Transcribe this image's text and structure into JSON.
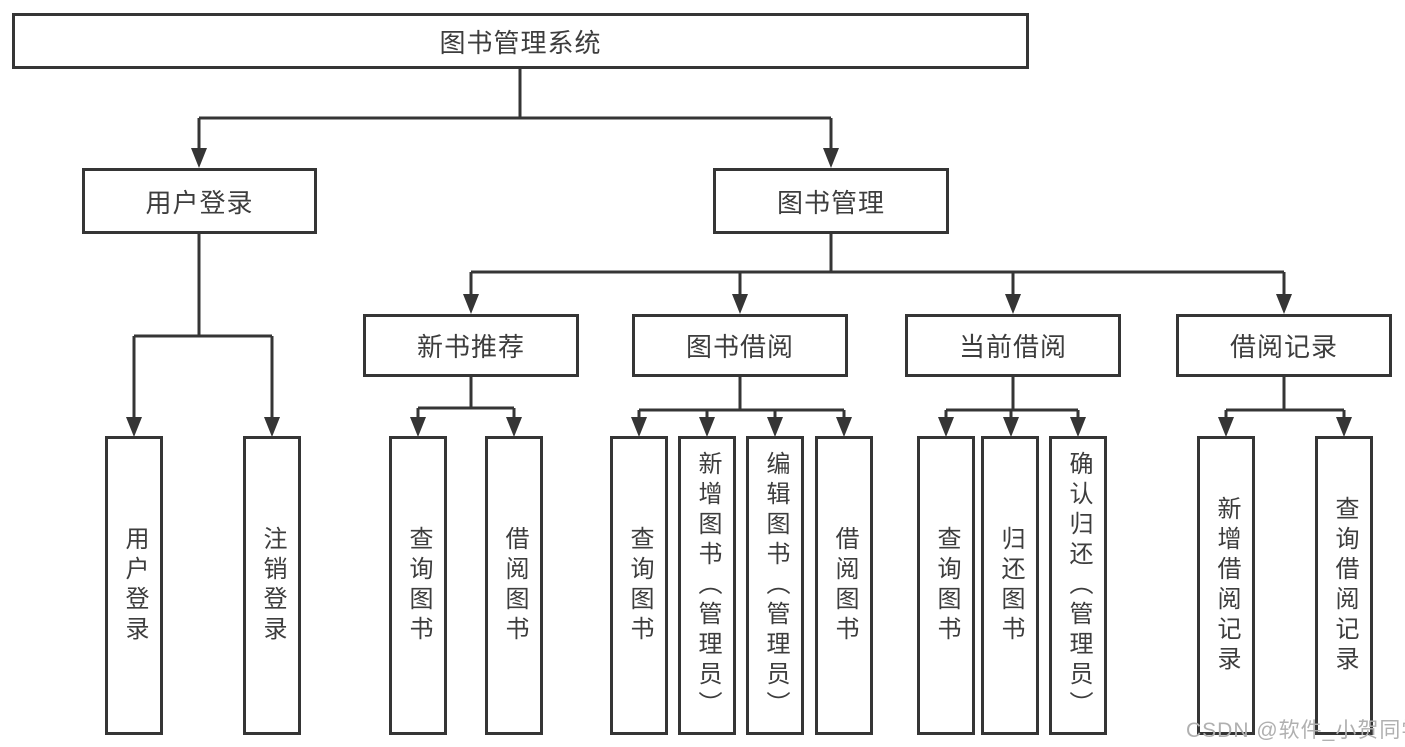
{
  "diagram_title": "图书管理系统",
  "colors": {
    "line": "#353535",
    "text": "#3d3d3d",
    "box_background": "#ffffff",
    "watermark": "#b0b0b0"
  },
  "watermark": {
    "text": "CSDN @软件_小贺同学"
  },
  "hierarchy": {
    "label": "图书管理系统",
    "children": [
      {
        "label": "用户登录",
        "children": [
          {
            "label": "用户登录"
          },
          {
            "label": "注销登录"
          }
        ]
      },
      {
        "label": "图书管理",
        "children": [
          {
            "label": "新书推荐",
            "children": [
              {
                "label": "查询图书"
              },
              {
                "label": "借阅图书"
              }
            ]
          },
          {
            "label": "图书借阅",
            "children": [
              {
                "label": "查询图书"
              },
              {
                "label": "新增图书（管理员）"
              },
              {
                "label": "编辑图书（管理员）"
              },
              {
                "label": "借阅图书"
              }
            ]
          },
          {
            "label": "当前借阅",
            "children": [
              {
                "label": "查询图书"
              },
              {
                "label": "归还图书"
              },
              {
                "label": "确认归还（管理员）"
              }
            ]
          },
          {
            "label": "借阅记录",
            "children": [
              {
                "label": "新增借阅记录"
              },
              {
                "label": "查询借阅记录"
              }
            ]
          }
        ]
      }
    ]
  }
}
